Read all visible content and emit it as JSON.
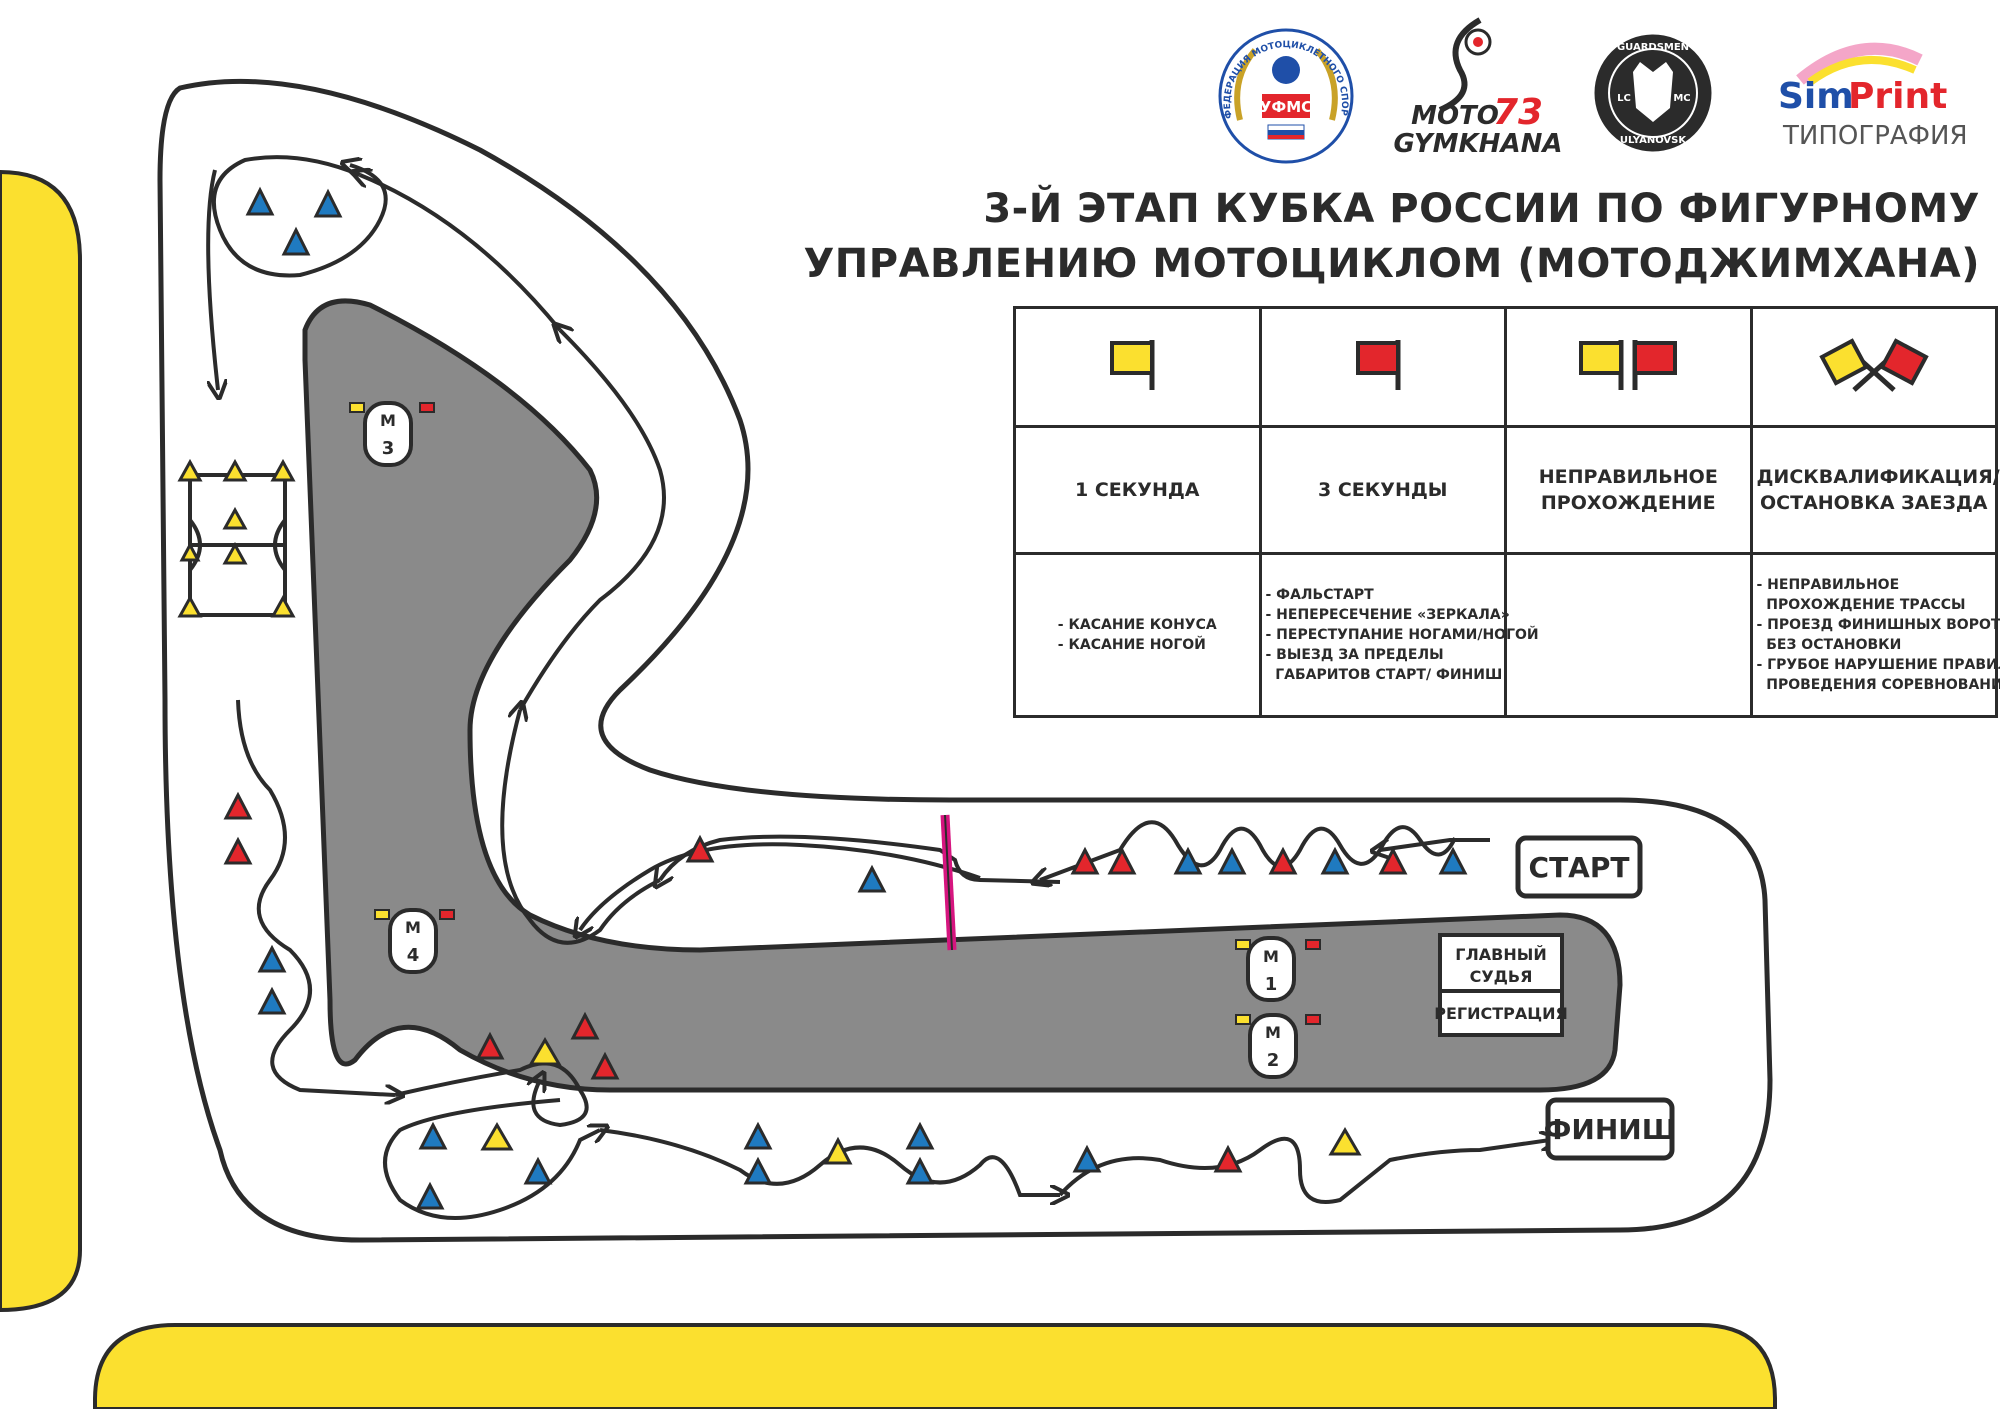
{
  "title": {
    "line1": "3-Й ЭТАП КУБКА РОССИИ ПО ФИГУРНОМУ",
    "line2": "УПРАВЛЕНИЮ МОТОЦИКЛОМ (МОТОДЖИМХАНА)"
  },
  "logos": {
    "ufms": {
      "ring_text": "ФЕДЕРАЦИЯ МОТОЦИКЛЕТНОГО СПОРТА",
      "abbr": "УФМС"
    },
    "moto73": {
      "line1": "MOTO",
      "number": "73",
      "line2": "GYMKHANA"
    },
    "guardsmen": {
      "top": "GUARDSMEN",
      "left": "LC",
      "right": "MC",
      "bottom": "ULYANOVSK"
    },
    "simprint": {
      "sim": "Sim",
      "print": "Print",
      "sub": "ТИПОГРАФИЯ"
    }
  },
  "legend": {
    "columns": [
      {
        "flag": "yellow-flag",
        "label": "1 СЕКУНДА",
        "rules": [
          "- КАСАНИЕ КОНУСА",
          "- КАСАНИЕ НОГОЙ"
        ]
      },
      {
        "flag": "red-flag",
        "label": "3 СЕКУНДЫ",
        "rules": [
          "- ФАЛЬСТАРТ",
          "- НЕПЕРЕСЕЧЕНИЕ «ЗЕРКАЛА»",
          "- ПЕРЕСТУПАНИЕ НОГАМИ/НОГОЙ",
          "- ВЫЕЗД ЗА ПРЕДЕЛЫ",
          "  ГАБАРИТОВ СТАРТ/ ФИНИШ"
        ]
      },
      {
        "flag": "yellow-and-red-flags",
        "label_line1": "НЕПРАВИЛЬНОЕ",
        "label_line2": "ПРОХОЖДЕНИЕ",
        "rules": []
      },
      {
        "flag": "crossed-flags",
        "label_line1": "ДИСКВАЛИФИКАЦИЯ/",
        "label_line2": "ОСТАНОВКА ЗАЕЗДА",
        "rules": [
          "- НЕПРАВИЛЬНОЕ",
          "  ПРОХОЖДЕНИЕ ТРАССЫ",
          "- ПРОЕЗД ФИНИШНЫХ ВОРОТ",
          "  БЕЗ ОСТАНОВКИ",
          "- ГРУБОЕ НАРУШЕНИЕ ПРАВИЛ",
          "  ПРОВЕДЕНИЯ СОРЕВНОВАНИЙ"
        ]
      }
    ]
  },
  "track": {
    "start_label": "СТАРТ",
    "finish_label": "ФИНИШ",
    "judge_line1": "ГЛАВНЫЙ",
    "judge_line2": "СУДЬЯ",
    "registration": "РЕГИСТРАЦИЯ",
    "marshals": [
      {
        "letter": "М",
        "number": "1"
      },
      {
        "letter": "М",
        "number": "2"
      },
      {
        "letter": "М",
        "number": "3"
      },
      {
        "letter": "М",
        "number": "4"
      }
    ]
  },
  "colors": {
    "yellow": "#fbe02f",
    "red": "#e3262c",
    "blue": "#1f7ac0",
    "asphalt": "#8a8a8a",
    "ink": "#2b2b2b",
    "magenta": "#d6157f"
  }
}
